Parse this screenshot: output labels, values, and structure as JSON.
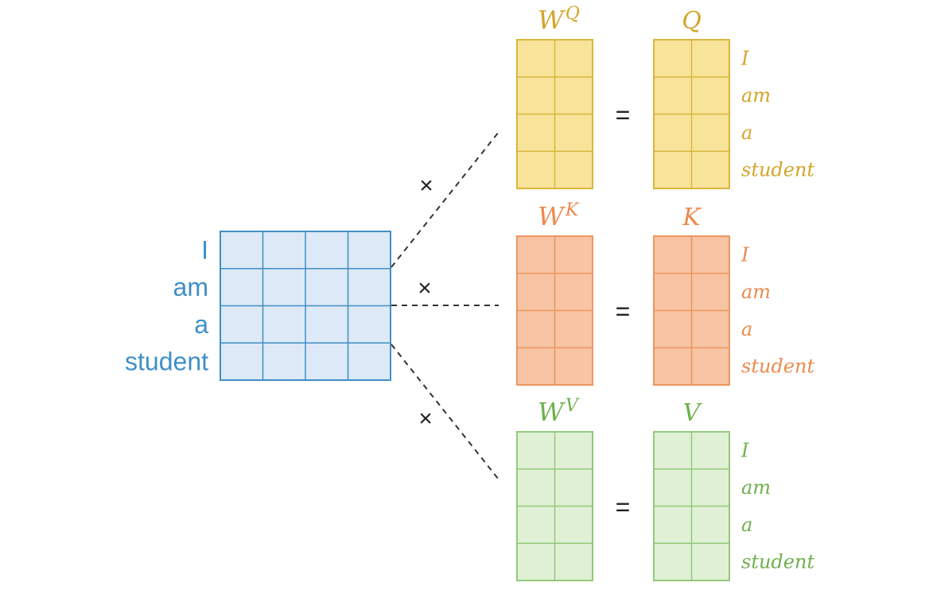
{
  "input": {
    "row_labels": [
      "I",
      "am",
      "a",
      "student"
    ],
    "rows": 4,
    "cols": 4,
    "color": "#3f8fc7",
    "fill": "#dde9f6"
  },
  "operator_multiply": "×",
  "operator_equals": "=",
  "branches": [
    {
      "weight_base": "W",
      "weight_sup": "Q",
      "output_label": "Q",
      "output_row_labels": [
        "I",
        "am",
        "a",
        "student"
      ],
      "color": "#d4a52a",
      "stroke": "#d9b63c",
      "fill": "#f8e39a"
    },
    {
      "weight_base": "W",
      "weight_sup": "K",
      "output_label": "K",
      "output_row_labels": [
        "I",
        "am",
        "a",
        "student"
      ],
      "color": "#ec8a4e",
      "stroke": "#ec965f",
      "fill": "#f7c4a4"
    },
    {
      "weight_base": "W",
      "weight_sup": "V",
      "output_label": "V",
      "output_row_labels": [
        "I",
        "am",
        "a",
        "student"
      ],
      "color": "#6fb04e",
      "stroke": "#93c97a",
      "fill": "#e0f0d4"
    }
  ],
  "matrix_shape": {
    "rows": 4,
    "cols": 2
  }
}
